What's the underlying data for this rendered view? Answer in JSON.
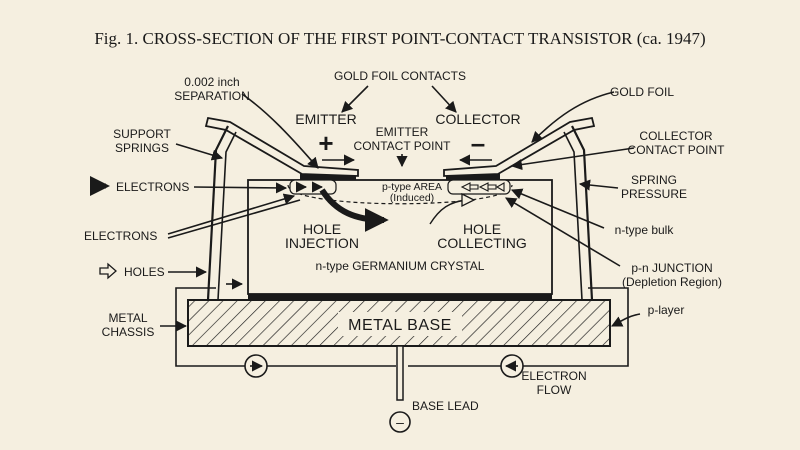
{
  "title": "Fig. 1.   CROSS-SECTION OF THE FIRST POINT-CONTACT TRANSISTOR (ca. 1947)",
  "labels": {
    "gold_foil_contacts": "GOLD FOIL CONTACTS",
    "separation_1": "0.002 inch",
    "separation_2": "SEPARATION",
    "gold_foil": "GOLD FOIL",
    "emitter": "EMITTER",
    "collector": "COLLECTOR",
    "plus": "+",
    "minus": "–",
    "support_springs_1": "SUPPORT",
    "support_springs_2": "SPRINGS",
    "emitter_contact_1": "EMITTER",
    "emitter_contact_2": "CONTACT POINT",
    "collector_contact_1": "COLLECTOR",
    "collector_contact_2": "CONTACT POINT",
    "electrons_top": "ELECTRONS",
    "ptype_area_1": "p-type AREA",
    "ptype_area_2": "(Induced)",
    "spring_pressure_1": "SPRING",
    "spring_pressure_2": "PRESSURE",
    "hole_injection_1": "HOLE",
    "hole_injection_2": "INJECTION",
    "hole_collecting_1": "HOLE",
    "hole_collecting_2": "COLLECTING",
    "electrons_left": "ELECTRONS",
    "ntype_bulk": "n-type bulk",
    "holes": "HOLES",
    "crystal": "n-type GERMANIUM CRYSTAL",
    "pn_junction_1": "p-n JUNCTION",
    "pn_junction_2": "(Depletion Region)",
    "metal_chassis_1": "METAL",
    "metal_chassis_2": "CHASSIS",
    "metal_base": "METAL BASE",
    "p_layer": "p-layer",
    "electron_flow_1": "ELECTRON",
    "electron_flow_2": "FLOW",
    "base_lead": "BASE LEAD",
    "base_minus": "–"
  },
  "colors": {
    "ink": "#1a1a1a",
    "paper": "#f5efe0"
  }
}
